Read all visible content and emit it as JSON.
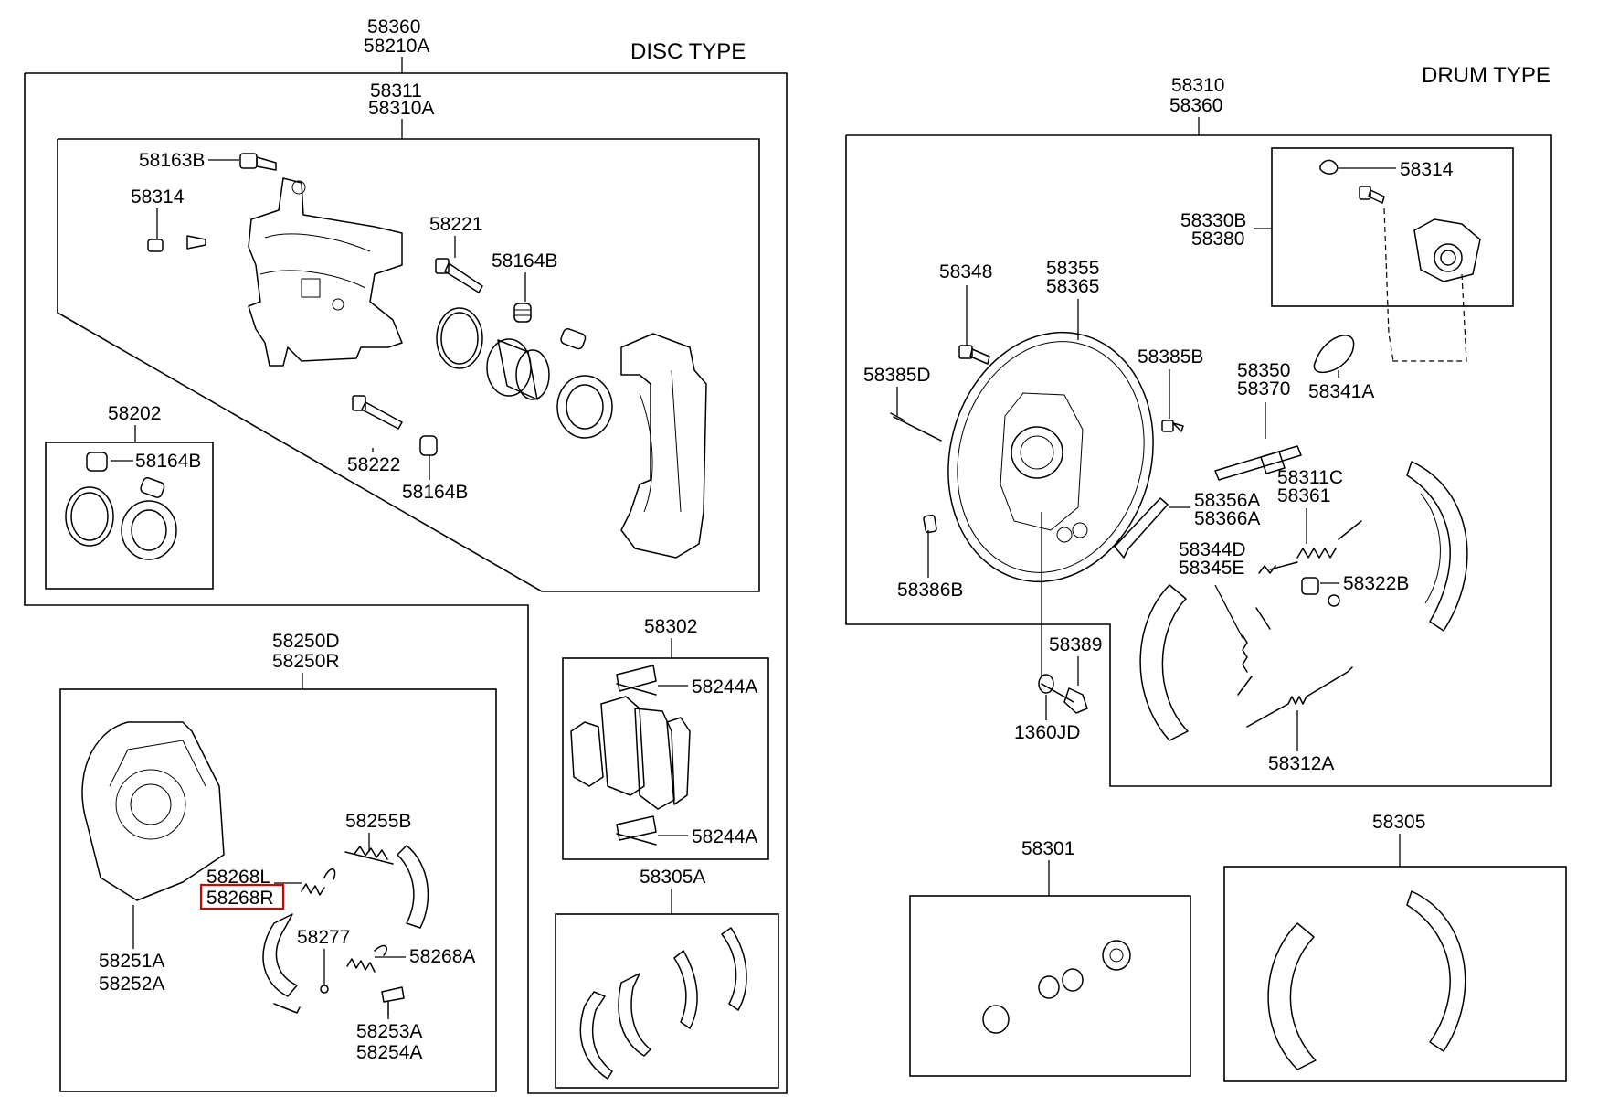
{
  "disc": {
    "title": "DISC TYPE",
    "assy_a": "58360",
    "assy_b": "58210A",
    "caliper_a": "58311",
    "caliper_b": "58310A",
    "p_58163b": "58163B",
    "p_58314": "58314",
    "p_58221": "58221",
    "p_58164b_top": "58164B",
    "p_58222": "58222",
    "p_58164b_bottom": "58164B",
    "p_58202": "58202",
    "p_58164b_kit": "58164B",
    "p_58302": "58302",
    "p_58244a_top": "58244A",
    "p_58244a_bottom": "58244A",
    "p_58305a": "58305A",
    "p_58250d": "58250D",
    "p_58250r": "58250R",
    "p_58255b": "58255B",
    "p_58268l": "58268L",
    "p_58268r": "58268R",
    "p_58251a": "58251A",
    "p_58252a": "58252A",
    "p_58277": "58277",
    "p_58268a": "58268A",
    "p_58253a": "58253A",
    "p_58254a": "58254A"
  },
  "drum": {
    "title": "DRUM TYPE",
    "assy_a": "58310",
    "assy_b": "58360",
    "p_58314": "58314",
    "p_58330b": "58330B",
    "p_58380": "58380",
    "p_58348": "58348",
    "p_58355": "58355",
    "p_58365": "58365",
    "p_58385b": "58385B",
    "p_58385d": "58385D",
    "p_58350": "58350",
    "p_58370": "58370",
    "p_58341a": "58341A",
    "p_58356a": "58356A",
    "p_58366a": "58366A",
    "p_58311c": "58311C",
    "p_58361": "58361",
    "p_58344d": "58344D",
    "p_58345e": "58345E",
    "p_58322b": "58322B",
    "p_58386b": "58386B",
    "p_58389": "58389",
    "p_1360jd": "1360JD",
    "p_58312a": "58312A",
    "p_58301": "58301",
    "p_58305": "58305"
  },
  "colors": {
    "line": "#000000",
    "highlight": "#d40000",
    "background": "#ffffff"
  }
}
